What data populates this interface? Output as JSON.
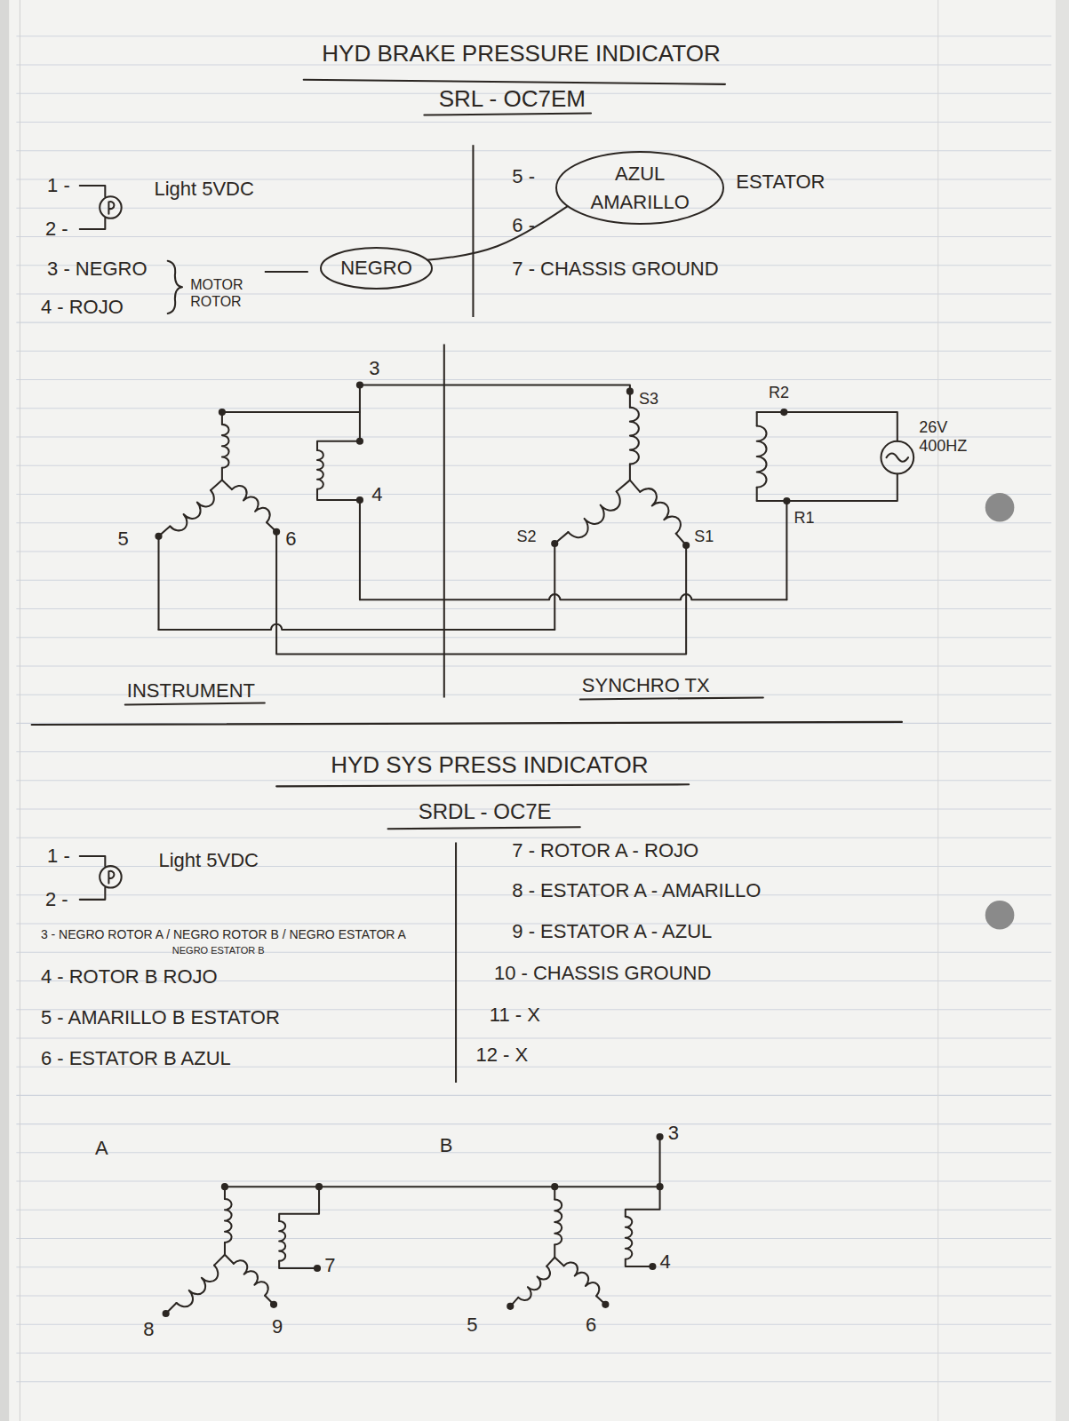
{
  "diagram": {
    "title": "HYD BRAKE PRESSURE INDICATOR",
    "nodes": [
      {
        "text": [
          "AZUL",
          "AMARILLO"
        ]
      },
      {
        "text": [
          "NEGRO"
        ]
      }
    ],
    "edges": [
      {
        "from": 1,
        "to": 0,
        "arrow": "none"
      }
    ],
    "labels": [
      "SRL - OC7EM",
      "1 -",
      "2 -",
      "Light 5VDC",
      "3 - NEGRO",
      "4 - ROJO",
      "MOTOR ROTOR",
      "5 -",
      "6 -",
      "ESTATOR",
      "7 - CHASSIS GROUND",
      "3",
      "4",
      "5",
      "6",
      "S3",
      "S2",
      "S1",
      "R2",
      "R1",
      "26V 400HZ",
      "INSTRUMENT",
      "SYNCHRO TX",
      "HYD SYS PRESS INDICATOR",
      "SRDL - OC7E",
      "1 -",
      "Light 5VDC",
      "2 -",
      "3 - NEGRO ROTOR A / NEGRO ROTOR B / NEGRO ESTATOR A",
      "NEGRO ESTATOR B",
      "4 - ROTOR B ROJO",
      "5 - AMARILLO B ESTATOR",
      "6 - ESTATOR B AZUL",
      "7 - ROTOR A - ROJO",
      "8 - ESTATOR A - AMARILLO",
      "9 - ESTATOR A - AZUL",
      "10 - CHASSIS GROUND",
      "11 - X",
      "12 - X",
      "A",
      "B",
      "3",
      "7",
      "4",
      "8",
      "9",
      "5",
      "6"
    ]
  }
}
